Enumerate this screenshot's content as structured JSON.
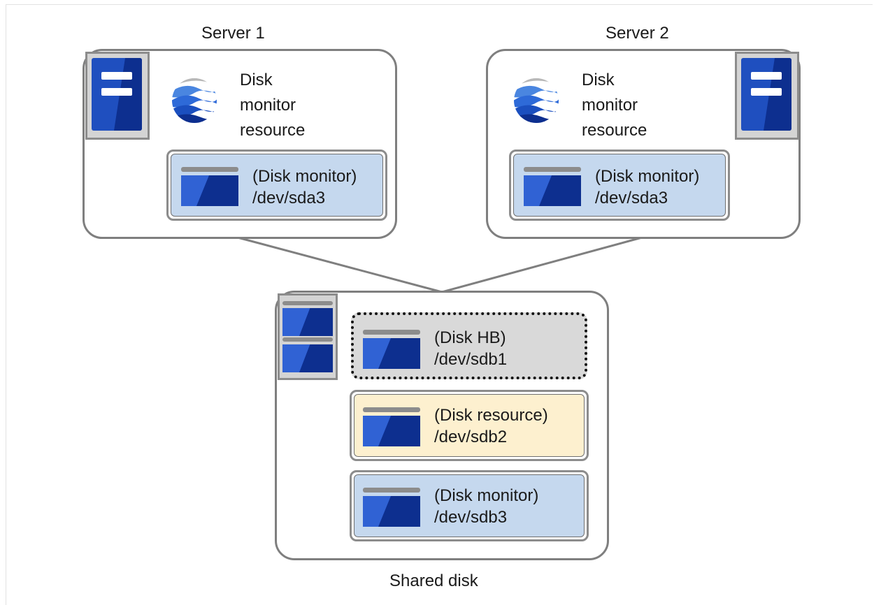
{
  "server1": {
    "title": "Server 1",
    "monitor_label": [
      "Disk",
      "monitor",
      "resource"
    ],
    "partition": {
      "line1": "(Disk monitor)",
      "line2": "/dev/sda3"
    }
  },
  "server2": {
    "title": "Server 2",
    "monitor_label": [
      "Disk",
      "monitor",
      "resource"
    ],
    "partition": {
      "line1": "(Disk monitor)",
      "line2": "/dev/sda3"
    }
  },
  "shared_disk": {
    "title": "Shared disk",
    "partitions": [
      {
        "line1": "(Disk HB)",
        "line2": "/dev/sdb1"
      },
      {
        "line1": "(Disk resource)",
        "line2": "/dev/sdb2"
      },
      {
        "line1": "(Disk monitor)",
        "line2": "/dev/sdb3"
      }
    ]
  },
  "colors": {
    "server_icon": "#1f4fbf",
    "partition_monitor": "#c5d8ee",
    "partition_resource": "#fdf0cf",
    "partition_hb": "#d9d9d9",
    "connector": "#7f7f7f"
  }
}
